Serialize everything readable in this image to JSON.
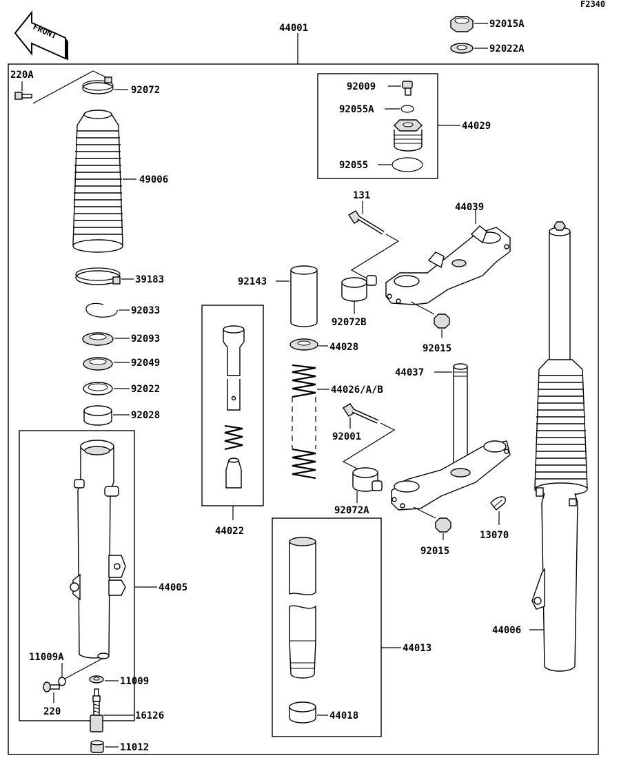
{
  "diagram_code": "F2340",
  "front_badge": "FRONT",
  "labels": {
    "p44001": "44001",
    "p92015A": "92015A",
    "p92022A": "92022A",
    "p220A": "220A",
    "p92072": "92072",
    "p92009": "92009",
    "p92055A": "92055A",
    "p44029": "44029",
    "p92055": "92055",
    "p49006": "49006",
    "p131": "131",
    "p44039": "44039",
    "p39183": "39183",
    "p92143": "92143",
    "p92033": "92033",
    "p92072B": "92072B",
    "p92015_top": "92015",
    "p92093": "92093",
    "p44028": "44028",
    "p92049": "92049",
    "p44037": "44037",
    "p92022": "92022",
    "p44026": "44026/A/B",
    "p92028": "92028",
    "p92001": "92001",
    "p92072A": "92072A",
    "p44022": "44022",
    "p13070": "13070",
    "p92015_bot": "92015",
    "p44005": "44005",
    "p44013": "44013",
    "p44006": "44006",
    "p11009A": "11009A",
    "p11009": "11009",
    "p220": "220",
    "p16126": "16126",
    "p44018": "44018",
    "p11012": "11012"
  }
}
